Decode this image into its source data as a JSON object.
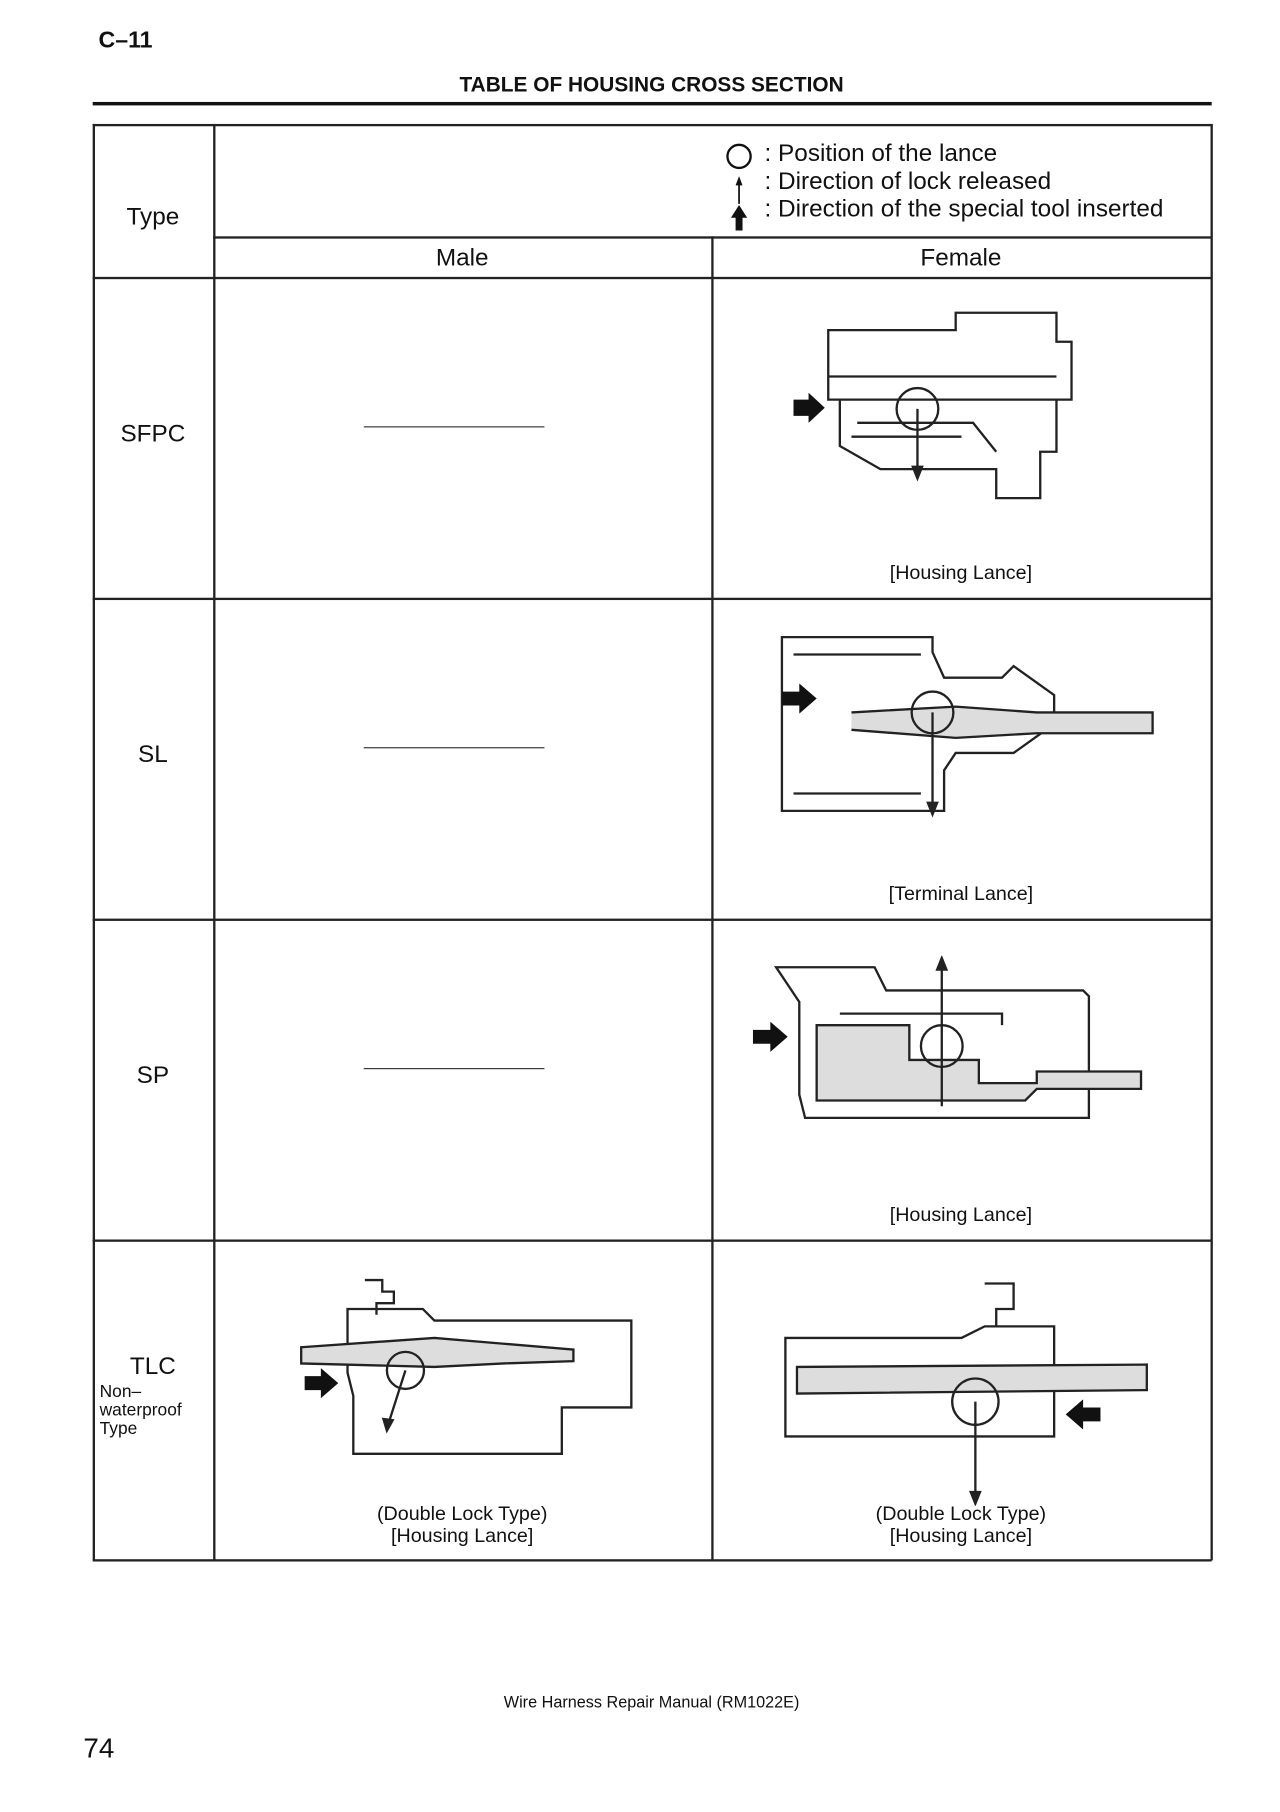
{
  "header": {
    "section": "C–11",
    "title": "TABLE OF HOUSING CROSS SECTION"
  },
  "legend": [
    {
      "icon": "circle-icon",
      "text": ": Position of the lance"
    },
    {
      "icon": "thin-arrow-up-icon",
      "text": ": Direction of lock released"
    },
    {
      "icon": "bold-arrow-up-icon",
      "text": ": Direction of the special tool inserted"
    }
  ],
  "table": {
    "col_type": "Type",
    "col_male": "Male",
    "col_female": "Female",
    "rows": [
      {
        "type": "SFPC",
        "male_caption": "",
        "female_caption": "[Housing Lance]"
      },
      {
        "type": "SL",
        "male_caption": "",
        "female_caption": "[Terminal Lance]"
      },
      {
        "type": "SP",
        "male_caption": "",
        "female_caption": "[Housing Lance]"
      },
      {
        "type": "TLC",
        "type_sub": "Non–\nwaterproof\nType",
        "male_caption_1": "(Double Lock Type)",
        "male_caption_2": "[Housing Lance]",
        "female_caption_1": "(Double Lock Type)",
        "female_caption_2": "[Housing Lance]"
      }
    ]
  },
  "footer": {
    "manual": "Wire Harness Repair Manual (RM1022E)",
    "page": "74"
  }
}
